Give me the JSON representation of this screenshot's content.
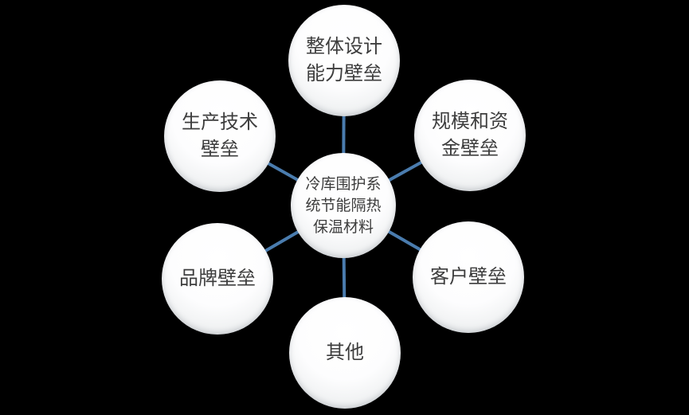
{
  "diagram": {
    "type": "radial-cycle",
    "background_color": "#000000",
    "connector_color": "#4a7cae",
    "circle_fill": "#ffffff",
    "text_color": "#3d3d3d",
    "center": {
      "label": "冷库围护系统节能隔热保温材料",
      "lines": [
        "冷库围护系",
        "统节能隔热",
        "保温材料"
      ]
    },
    "nodes": [
      {
        "id": "overall-design-capability-barrier",
        "label": "整体设计能力壁垒",
        "lines": [
          "整体设计",
          "能力壁垒"
        ]
      },
      {
        "id": "scale-and-capital-barrier",
        "label": "规模和资金壁垒",
        "lines": [
          "规模和资",
          "金壁垒"
        ]
      },
      {
        "id": "customer-barrier",
        "label": "客户壁垒",
        "lines": [
          "客户壁垒"
        ]
      },
      {
        "id": "other",
        "label": "其他",
        "lines": [
          "其他"
        ]
      },
      {
        "id": "brand-barrier",
        "label": "品牌壁垒",
        "lines": [
          "品牌壁垒"
        ]
      },
      {
        "id": "production-technology-barrier",
        "label": "生产技术壁垒",
        "lines": [
          "生产技术",
          "壁垒"
        ]
      }
    ]
  }
}
